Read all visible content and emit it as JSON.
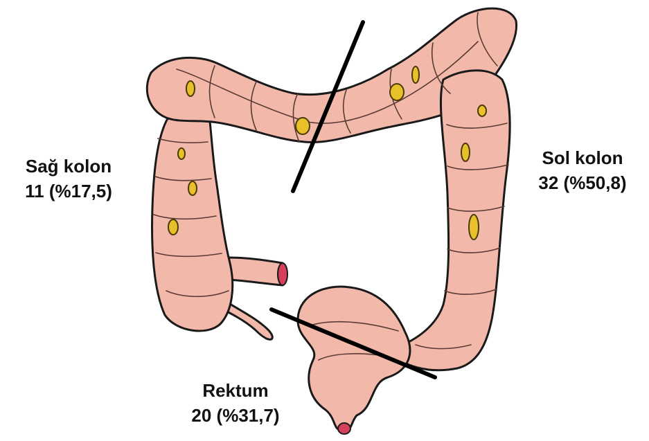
{
  "colors": {
    "colon_fill": "#f2b8aa",
    "colon_outline": "#1a1a1a",
    "fold_line": "#5a3a35",
    "polyp_fill": "#e8c02a",
    "polyp_outline": "#4a3a05",
    "lumen_opening": "#d4405a",
    "divider_line": "#000000",
    "label_text": "#111111"
  },
  "labels": {
    "right_colon": {
      "name": "Sağ kolon",
      "count": "11 (%17,5)"
    },
    "left_colon": {
      "name": "Sol kolon",
      "count": "32 (%50,8)"
    },
    "rectum": {
      "name": "Rektum",
      "count": "20 (%31,7)"
    }
  }
}
